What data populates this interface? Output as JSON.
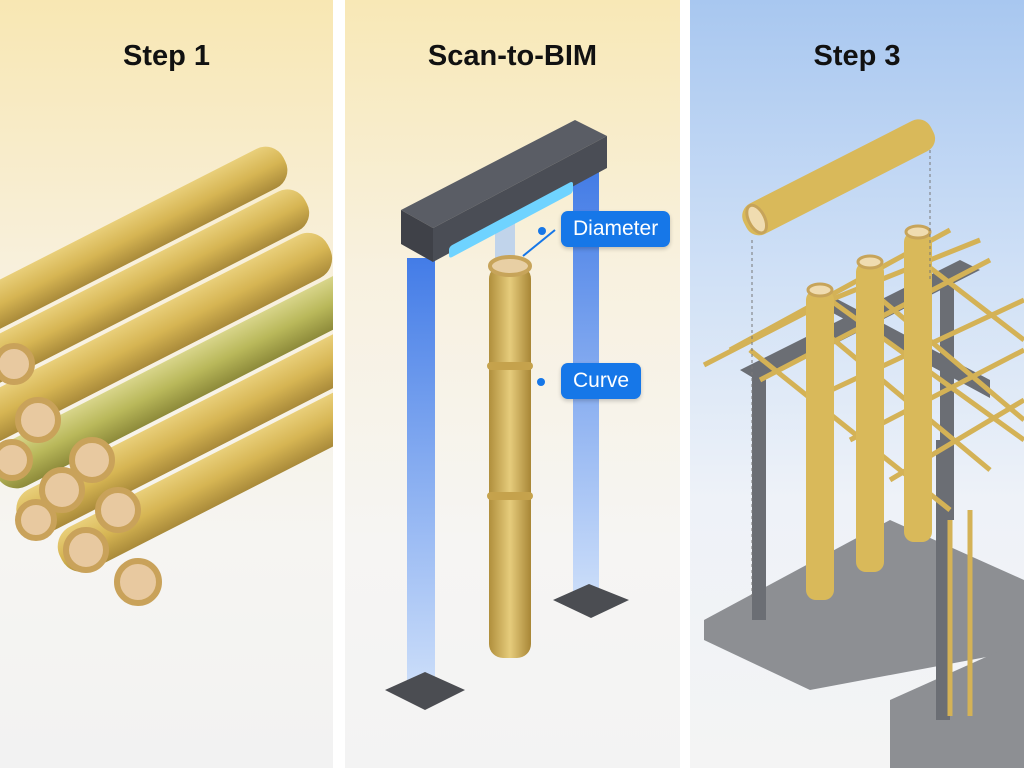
{
  "panels": [
    {
      "title": "Step 1"
    },
    {
      "title": "Scan-to-BIM",
      "labels": {
        "diameter": "Diameter",
        "curve": "Curve"
      }
    },
    {
      "title": "Step 3"
    }
  ],
  "colors": {
    "bamboo": "#d9b95a",
    "scanner": "#4a4d55",
    "scan_light": "#4f8ff0",
    "label_bg": "#1677e8",
    "steel": "#6b6e74"
  }
}
